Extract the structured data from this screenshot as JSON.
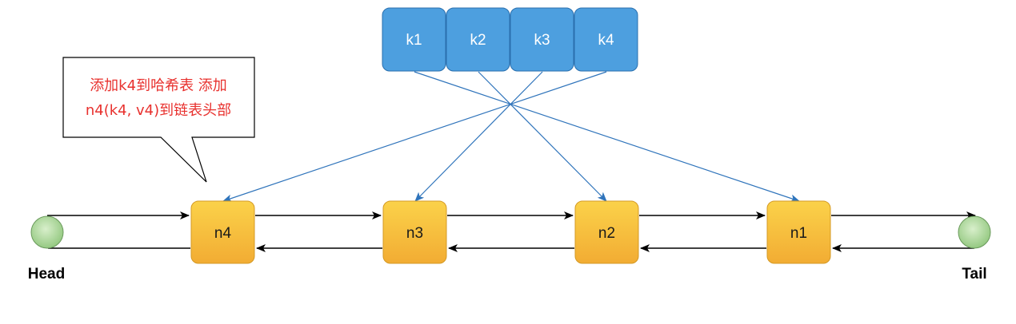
{
  "keys": [
    "k1",
    "k2",
    "k3",
    "k4"
  ],
  "nodes": [
    "n4",
    "n3",
    "n2",
    "n1"
  ],
  "endpoints": {
    "head": "Head",
    "tail": "Tail"
  },
  "callout": {
    "line1": "添加k4到哈希表 添加",
    "line2": "n4(k4, v4)到链表头部"
  },
  "mappings": [
    {
      "from": "k1",
      "to": "n1"
    },
    {
      "from": "k2",
      "to": "n2"
    },
    {
      "from": "k3",
      "to": "n3"
    },
    {
      "from": "k4",
      "to": "n4"
    }
  ],
  "colors": {
    "key_fill": "#4d9fdf",
    "node_fill_top": "#fbd24a",
    "node_fill_bottom": "#f2ac33",
    "circle_fill": "#a8d695",
    "callout_text": "#e8312e",
    "map_arrow": "#2f74bb"
  }
}
